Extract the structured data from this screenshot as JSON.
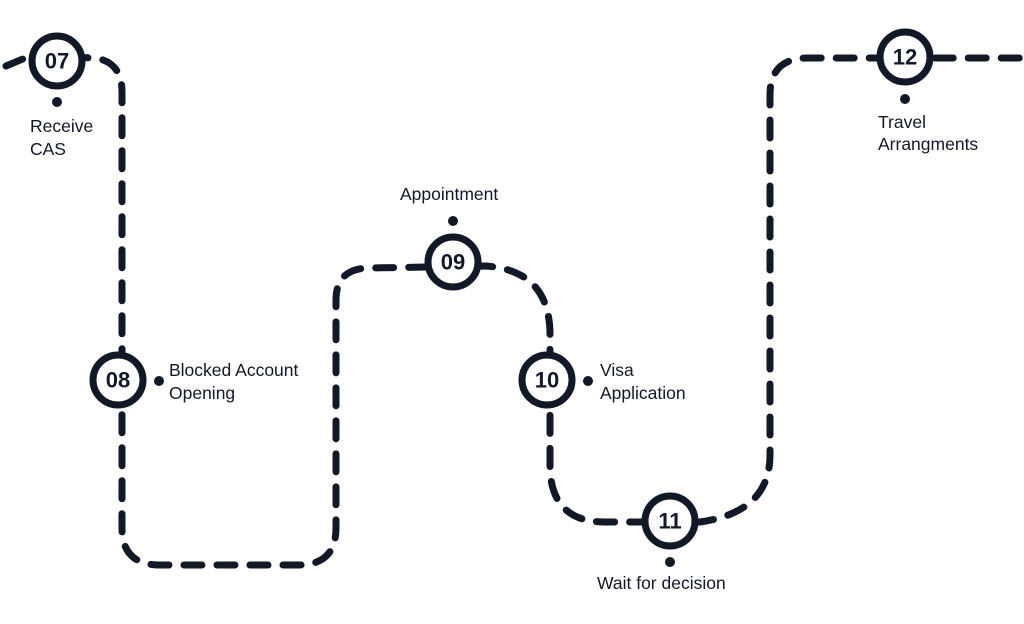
{
  "colors": {
    "ink": "#121826",
    "background": "#ffffff"
  },
  "steps": [
    {
      "number": "07",
      "label_lines": [
        "Receive",
        "CAS"
      ]
    },
    {
      "number": "08",
      "label_lines": [
        "Blocked Account",
        "Opening"
      ]
    },
    {
      "number": "09",
      "label_lines": [
        "Appointment"
      ]
    },
    {
      "number": "10",
      "label_lines": [
        "Visa",
        "Application"
      ]
    },
    {
      "number": "11",
      "label_lines": [
        "Wait for decision"
      ]
    },
    {
      "number": "12",
      "label_lines": [
        "Travel",
        "Arrangments"
      ]
    }
  ]
}
